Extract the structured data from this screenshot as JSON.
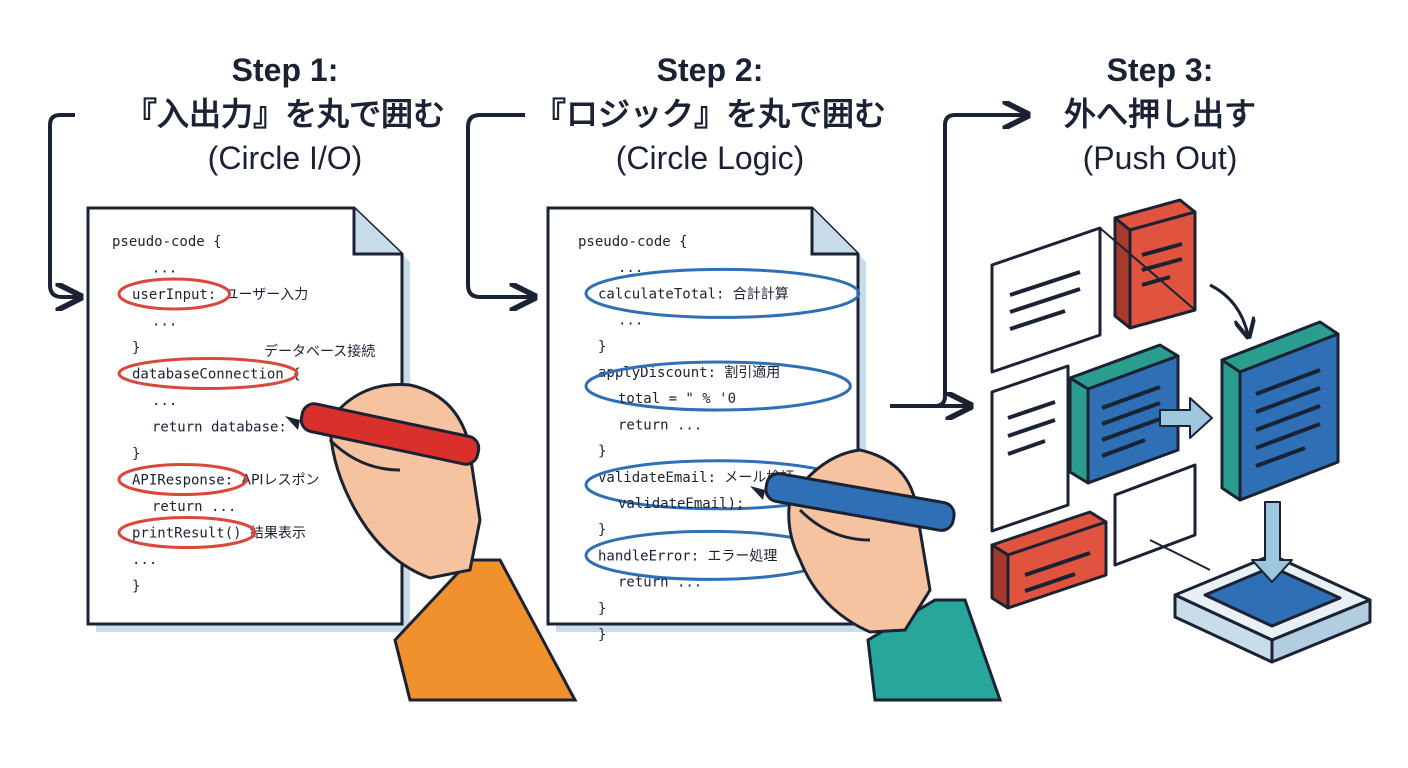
{
  "steps": [
    {
      "step": "Step 1:",
      "title_jp": "『入出力』を丸で囲む",
      "title_en": "(Circle I/O)",
      "doc": {
        "header": "pseudo-code {",
        "lines": [
          {
            "text": "...",
            "indent": 1
          },
          {
            "text": "userInput:",
            "indent": 0,
            "note": "ユーザー入力",
            "circled": true
          },
          {
            "text": "...",
            "indent": 1
          },
          {
            "text": "}",
            "indent": 0
          },
          {
            "text": "databaseConnection",
            "indent": 0,
            "note": "{",
            "circled": true,
            "label_above": "データベース接続"
          },
          {
            "text": "...",
            "indent": 1
          },
          {
            "text": "return database:",
            "indent": 1
          },
          {
            "text": "}",
            "indent": 0
          },
          {
            "text": "APIResponse:",
            "indent": 0,
            "note": "APIレスポン",
            "circled": true
          },
          {
            "text": "return ...",
            "indent": 1
          },
          {
            "text": "printResult()",
            "indent": 0,
            "note": "結果表示",
            "circled": true
          },
          {
            "text": "...",
            "indent": 0
          },
          {
            "text": "}",
            "indent": 0
          }
        ]
      },
      "marker_color": "#d9302c",
      "sleeve_color": "#f0912e"
    },
    {
      "step": "Step 2:",
      "title_jp": "『ロジック』を丸で囲む",
      "title_en": "(Circle Logic)",
      "doc": {
        "header": "pseudo-code {",
        "lines": [
          {
            "text": "...",
            "indent": 1
          },
          {
            "text": "calculateTotal:",
            "indent": 0,
            "note": "合計計算",
            "circled": true
          },
          {
            "text": "...",
            "indent": 1
          },
          {
            "text": "}",
            "indent": 0
          },
          {
            "text": "applyDiscount:",
            "indent": 0,
            "note": "割引適用",
            "circled": true
          },
          {
            "text": "total = \" % '0",
            "indent": 1
          },
          {
            "text": "return ...",
            "indent": 1
          },
          {
            "text": "}",
            "indent": 0
          },
          {
            "text": "validateEmail:",
            "indent": 0,
            "note": "メール検証",
            "circled": true
          },
          {
            "text": "validateEmail);",
            "indent": 1
          },
          {
            "text": "}",
            "indent": 0
          },
          {
            "text": "handleError:",
            "indent": 0,
            "note": "エラー処理",
            "circled": true
          },
          {
            "text": "return ...",
            "indent": 1
          },
          {
            "text": "}",
            "indent": 0
          },
          {
            "text": "}",
            "indent": 0
          }
        ]
      },
      "marker_color": "#2f6fb5",
      "sleeve_color": "#27a69b"
    },
    {
      "step": "Step 3:",
      "title_jp": "外へ押し出す",
      "title_en": "(Push Out)"
    }
  ],
  "colors": {
    "ink": "#1b2233",
    "red": "#d9483b",
    "blue": "#2f6fb5",
    "teal": "#2a9d8f",
    "shadow": "#c9dcea"
  }
}
